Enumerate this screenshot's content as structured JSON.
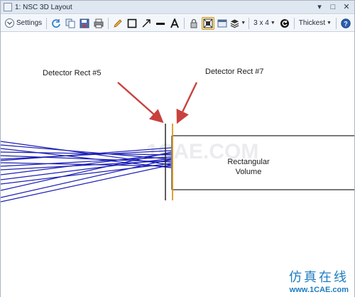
{
  "window": {
    "title": "1: NSC 3D Layout",
    "controls": {
      "pin": "▾",
      "restore": "□",
      "close": "✕"
    }
  },
  "toolbar": {
    "settings_label": "Settings",
    "layout_label": "3 x 4",
    "line_thickness_label": "Thickest",
    "icons": [
      "refresh-icon",
      "copy-icon",
      "save-icon",
      "print-icon",
      "pencil-icon",
      "rectangle-icon",
      "arrow-icon",
      "line-icon",
      "text-icon",
      "lock-icon",
      "fit-icon",
      "window-icon",
      "layers-icon",
      "rotate-icon",
      "help-icon"
    ]
  },
  "drawing": {
    "annotation_left": "Detector Rect #5",
    "annotation_right": "Detector Rect #7",
    "volume_label_line1": "Rectangular",
    "volume_label_line2": "Volume",
    "watermark": "1CAE.COM",
    "colors": {
      "rays": "#1c1fb5",
      "detector5": "#1a1a1a",
      "detector7": "#d59a26",
      "arrow": "#c9413e",
      "volume": "#2a2a2a"
    }
  },
  "logo": {
    "line1": "仿真在线",
    "line2": "www.1CAE.com"
  }
}
